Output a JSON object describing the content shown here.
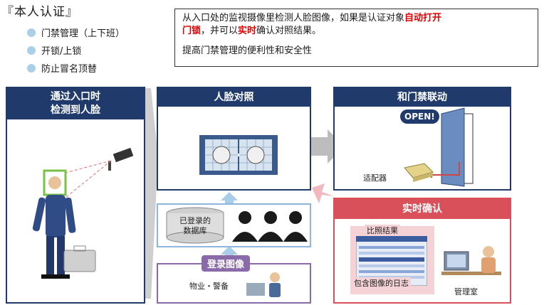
{
  "header": {
    "title": "『本人认证』",
    "bullets": [
      "门禁管理（上下班）",
      "开锁/上锁",
      "防止冒名顶替"
    ]
  },
  "info_box": {
    "line1_a": "从入口处的监视摄像里检测人脸图像，如果是认证对象",
    "line1_red": "自动打开",
    "line2_red_a": "门锁",
    "line2_b": "，并可以",
    "line2_red_b": "实时",
    "line2_c": "确认对照结果。",
    "line3": "提高门禁管理的便利性和安全性"
  },
  "panels": {
    "detect": {
      "title_line1": "通过入口时",
      "title_line2": "检测到人脸"
    },
    "compare": {
      "title": "人脸对照"
    },
    "door": {
      "title": "和门禁联动",
      "open_label": "OPEN!",
      "adapter_label": "适配器"
    },
    "realtime": {
      "title": "实时确认",
      "result_label": "比照结果",
      "log_label": "包含图像的日志",
      "room_label": "管理室"
    },
    "database": {
      "db_label_line1": "已登录的",
      "db_label_line2": "数据库"
    },
    "register": {
      "title": "登录图像",
      "staff_label": "物业・警备"
    }
  },
  "colors": {
    "navy": "#1f3a6b",
    "accent_red": "#e00000",
    "light_blue": "#8cb6e0",
    "rose": "#d9505a"
  }
}
